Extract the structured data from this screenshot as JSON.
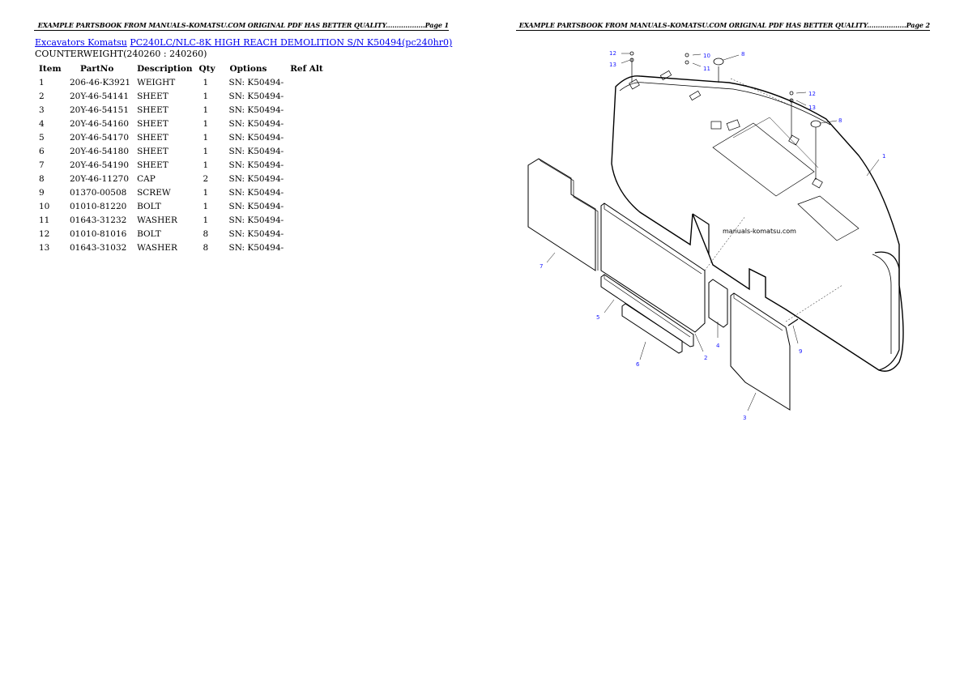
{
  "pages": [
    {
      "header": "EXAMPLE PARTSBOOK FROM MANUALS-KOMATSU.COM ORIGINAL PDF HAS BETTER QUALITY..................Page 1"
    },
    {
      "header": "EXAMPLE PARTSBOOK FROM MANUALS-KOMATSU.COM ORIGINAL PDF HAS BETTER QUALITY..................Page 2"
    }
  ],
  "breadcrumb": {
    "category_link": "Excavators Komatsu",
    "model_link": "PC240LC/NLC-8K HIGH REACH DEMOLITION S/N K50494(pc240hr0)"
  },
  "section_title": "COUNTERWEIGHT(240260 : 240260)",
  "table": {
    "headers": [
      "Item",
      "PartNo",
      "Description",
      "Qty",
      "Options",
      "Ref Alt"
    ],
    "rows": [
      {
        "item": "1",
        "part": "206-46-K3921",
        "desc": "WEIGHT",
        "qty": "1",
        "opt": "SN: K50494-",
        "ref": ""
      },
      {
        "item": "2",
        "part": "20Y-46-54141",
        "desc": "SHEET",
        "qty": "1",
        "opt": "SN: K50494-",
        "ref": ""
      },
      {
        "item": "3",
        "part": "20Y-46-54151",
        "desc": "SHEET",
        "qty": "1",
        "opt": "SN: K50494-",
        "ref": ""
      },
      {
        "item": "4",
        "part": "20Y-46-54160",
        "desc": "SHEET",
        "qty": "1",
        "opt": "SN: K50494-",
        "ref": ""
      },
      {
        "item": "5",
        "part": "20Y-46-54170",
        "desc": "SHEET",
        "qty": "1",
        "opt": "SN: K50494-",
        "ref": ""
      },
      {
        "item": "6",
        "part": "20Y-46-54180",
        "desc": "SHEET",
        "qty": "1",
        "opt": "SN: K50494-",
        "ref": ""
      },
      {
        "item": "7",
        "part": "20Y-46-54190",
        "desc": "SHEET",
        "qty": "1",
        "opt": "SN: K50494-",
        "ref": ""
      },
      {
        "item": "8",
        "part": "20Y-46-11270",
        "desc": "CAP",
        "qty": "2",
        "opt": "SN: K50494-",
        "ref": ""
      },
      {
        "item": "9",
        "part": "01370-00508",
        "desc": "SCREW",
        "qty": "1",
        "opt": "SN: K50494-",
        "ref": ""
      },
      {
        "item": "10",
        "part": "01010-81220",
        "desc": "BOLT",
        "qty": "1",
        "opt": "SN: K50494-",
        "ref": ""
      },
      {
        "item": "11",
        "part": "01643-31232",
        "desc": "WASHER",
        "qty": "1",
        "opt": "SN: K50494-",
        "ref": ""
      },
      {
        "item": "12",
        "part": "01010-81016",
        "desc": "BOLT",
        "qty": "8",
        "opt": "SN: K50494-",
        "ref": ""
      },
      {
        "item": "13",
        "part": "01643-31032",
        "desc": "WASHER",
        "qty": "8",
        "opt": "SN: K50494-",
        "ref": ""
      }
    ]
  },
  "diagram": {
    "watermark": "manuals-komatsu.com",
    "callouts": [
      "1",
      "2",
      "3",
      "4",
      "5",
      "6",
      "7",
      "8",
      "8",
      "9",
      "10",
      "11",
      "12",
      "13",
      "12",
      "13"
    ],
    "callout_color": "#1a1aff"
  }
}
